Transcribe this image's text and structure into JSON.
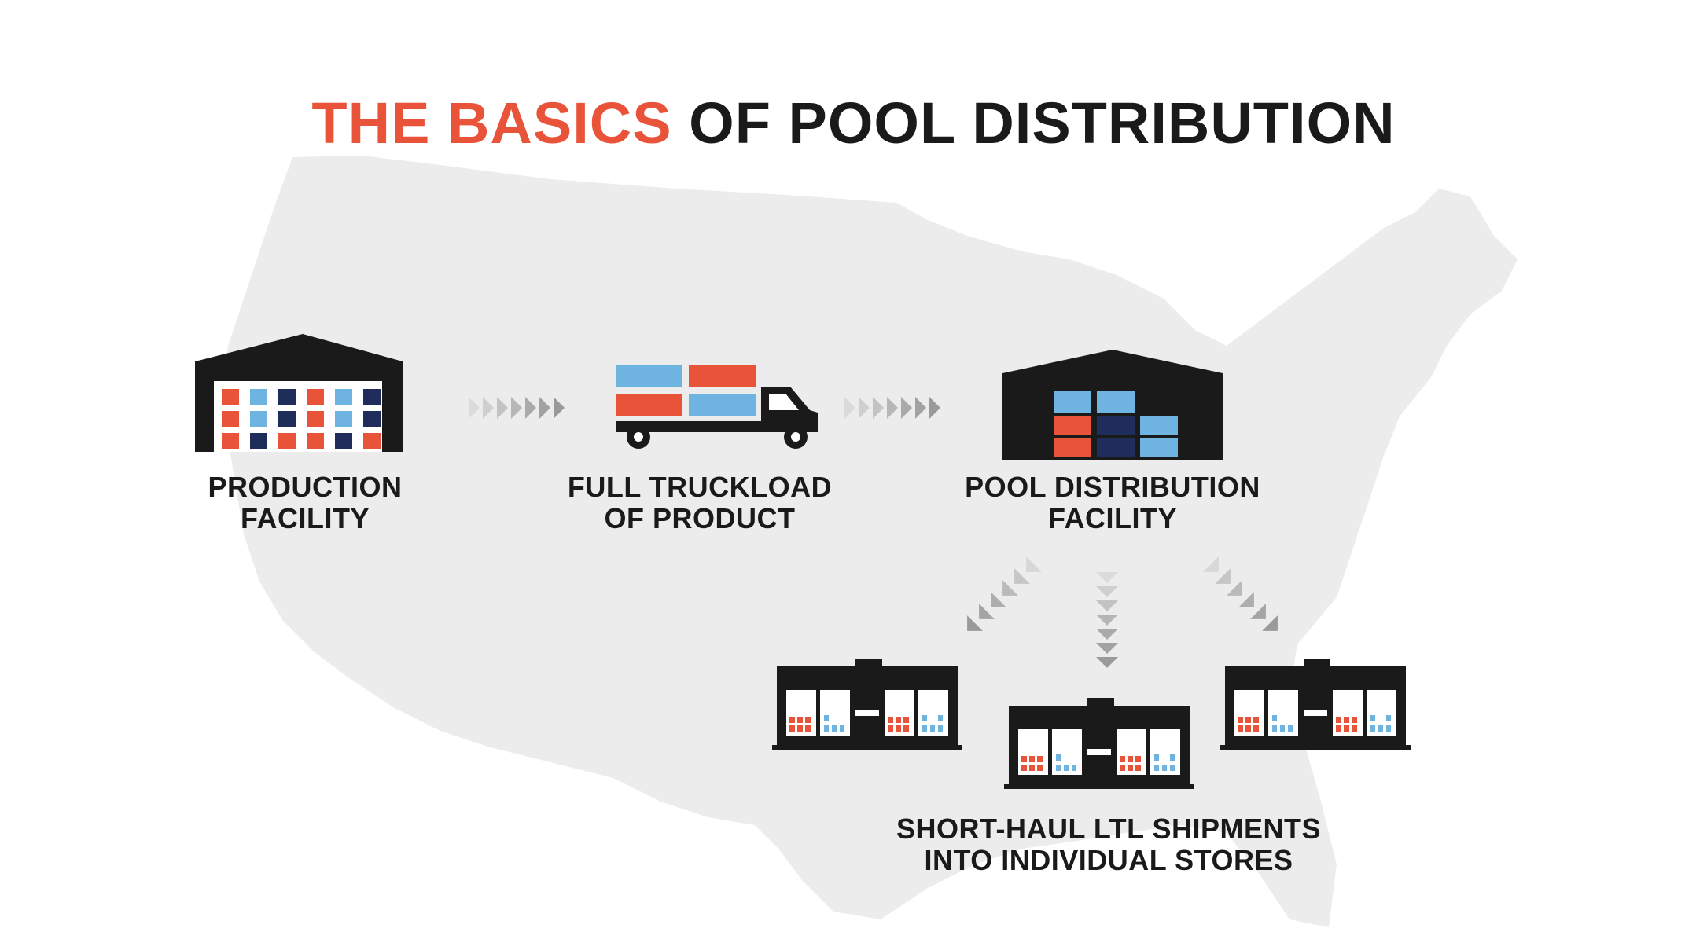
{
  "title": {
    "accent": "THE BASICS",
    "rest": "OF POOL DISTRIBUTION"
  },
  "steps": [
    {
      "line1": "PRODUCTION",
      "line2": "FACILITY",
      "icon": "warehouse-icon"
    },
    {
      "line1": "FULL TRUCKLOAD",
      "line2": "OF PRODUCT",
      "icon": "truck-icon"
    },
    {
      "line1": "POOL DISTRIBUTION",
      "line2": "FACILITY",
      "icon": "distribution-warehouse-icon"
    }
  ],
  "stores_label": {
    "line1": "SHORT-HAUL LTL SHIPMENTS",
    "line2": "INTO INDIVIDUAL STORES",
    "icon": "store-icon"
  },
  "colors": {
    "accent": "#e8533a",
    "ink": "#1a1a1a",
    "light_blue": "#6fb3e0",
    "navy": "#1f2d5a",
    "map": "#ececec",
    "arrow": "#9a9a9a"
  }
}
